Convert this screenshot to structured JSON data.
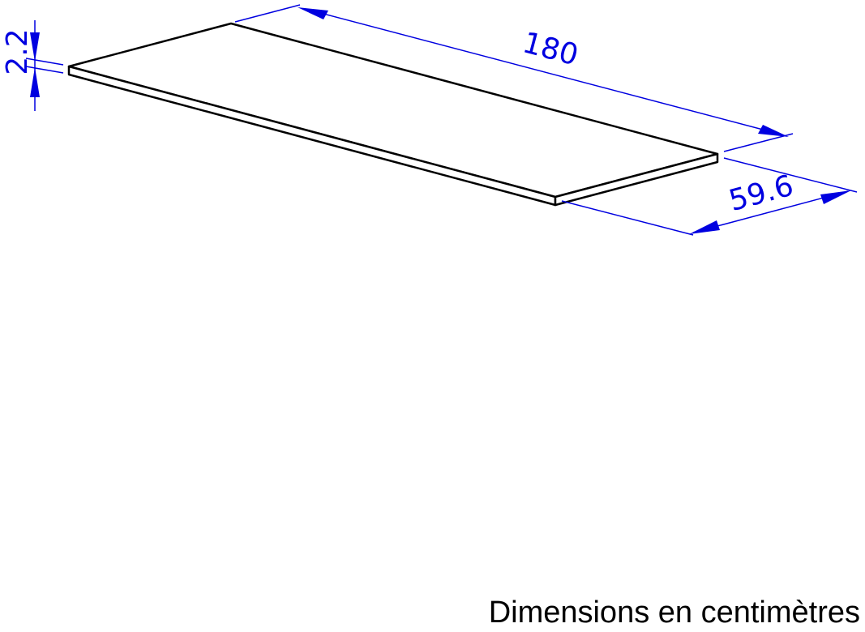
{
  "colors": {
    "outline": "#000000",
    "dimension": "#0000e0",
    "background": "#ffffff"
  },
  "panel": {
    "length": "180",
    "depth": "59.6",
    "thickness": "2.2"
  },
  "caption": "Dimensions en centimètres"
}
